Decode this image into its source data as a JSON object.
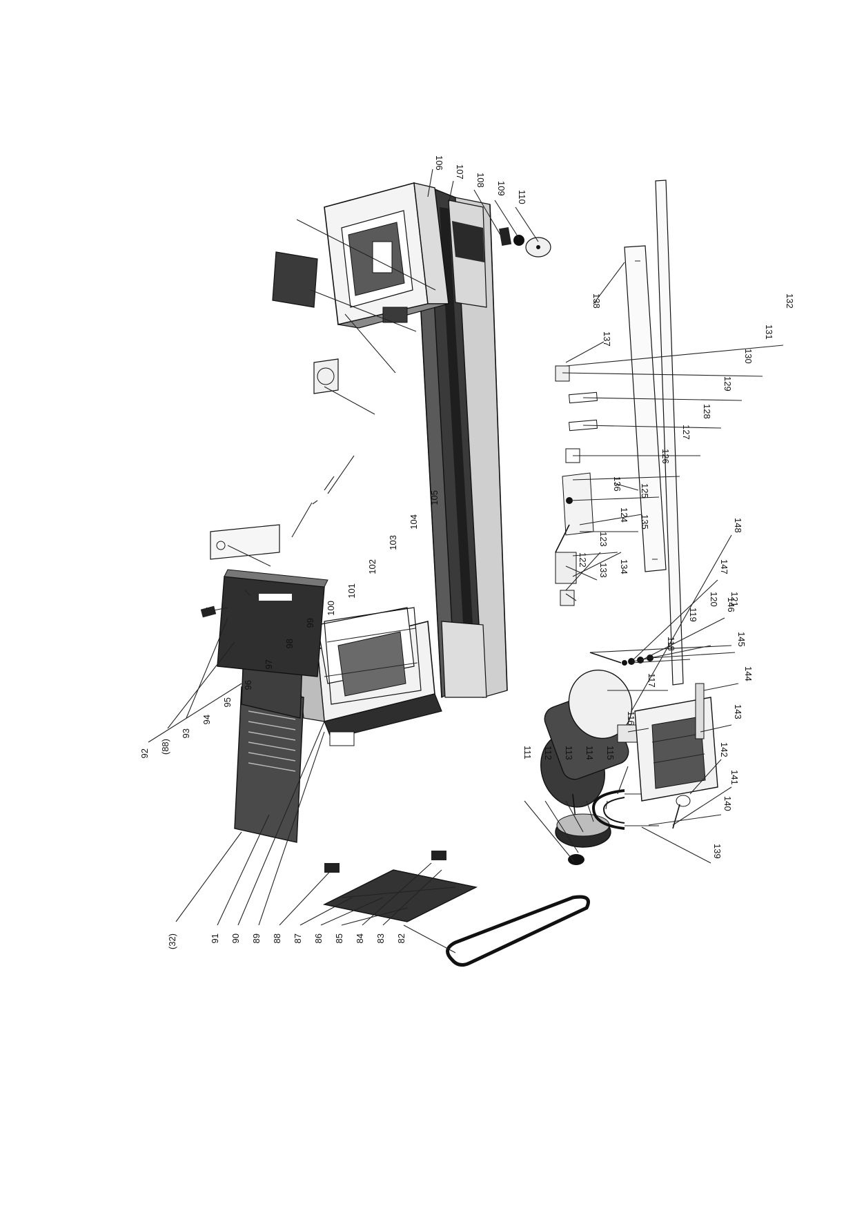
{
  "diagram": {
    "left_callouts": [
      "(32)",
      "91",
      "90",
      "89",
      "88",
      "87",
      "86",
      "85",
      "84",
      "83",
      "82"
    ],
    "upper_callouts": [
      "92",
      "(88)",
      "93",
      "94",
      "95",
      "96",
      "97",
      "98",
      "99",
      "100",
      "101",
      "102",
      "103",
      "104",
      "105"
    ],
    "top_callouts": [
      "106",
      "107",
      "108",
      "109",
      "110"
    ],
    "motor_callouts": [
      "111",
      "112",
      "113",
      "114",
      "115",
      "116",
      "117",
      "118",
      "119",
      "120",
      "121",
      "122",
      "123",
      "124",
      "125",
      "126",
      "127",
      "128",
      "129",
      "130",
      "131",
      "132"
    ],
    "lower_callouts": [
      "133",
      "134",
      "135",
      "136",
      "137",
      "138"
    ],
    "right_callouts": [
      "139",
      "140",
      "141",
      "142",
      "143",
      "144",
      "145",
      "146",
      "147",
      "148"
    ]
  },
  "colors": {
    "ink": "#111111",
    "dark_fill": "#3a3a3a",
    "mid_fill": "#6a6a6a",
    "paper": "#ffffff"
  }
}
